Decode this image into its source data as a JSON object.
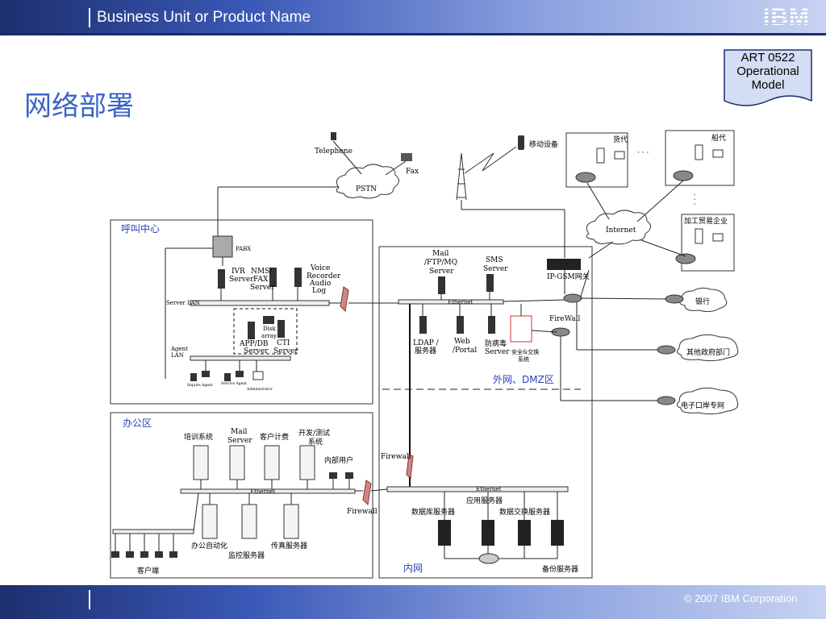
{
  "header": {
    "business_unit": "Business Unit or Product Name",
    "logo": "IBM"
  },
  "footer": {
    "copyright": "© 2007 IBM Corporation"
  },
  "page_title": "网络部署",
  "art_label": [
    "ART 0522",
    "Operational",
    "Model"
  ],
  "zones": {
    "call_center": "呼叫中心",
    "office": "办公区",
    "dmz": "外网、DMZ区",
    "intranet": "内网"
  },
  "nodes": {
    "telephone": "Telephone",
    "fax": "Fax",
    "pstn": "PSTN",
    "mobile": "移动设备",
    "internet": "Internet",
    "freight": "货代",
    "shipping": "船代",
    "processing": "加工贸易企业",
    "bank": "银行",
    "gov": "其他政府部门",
    "eport": "电子口岸专网",
    "pabx": "PABX",
    "ivr": [
      "IVR",
      "Server"
    ],
    "nms": [
      "NMS/",
      "FAX",
      "Server"
    ],
    "voice": [
      "Voice",
      "Recorder",
      "Audio",
      "Log"
    ],
    "server_lan": "Server LAN",
    "agent_lan": [
      "Agent",
      "LAN"
    ],
    "disk": [
      "Disk",
      "array"
    ],
    "appdb": [
      "APP/DB",
      "Server"
    ],
    "cti": [
      "CTI",
      "Server"
    ],
    "agents": [
      "Inquire Agent",
      "Service Agent",
      "Administrator"
    ],
    "mail_dmz": [
      "Mail",
      "/FTP/MQ",
      "Server"
    ],
    "sms": [
      "SMS",
      "Server"
    ],
    "ipgsm": "IP-GSM网关",
    "ethernet": "Ethernet",
    "firewall_dmz": "FireWall",
    "ldap": [
      "LDAP /",
      "服务器"
    ],
    "web": [
      "Web",
      "/Portal"
    ],
    "antivirus": [
      "防病毒",
      "Server"
    ],
    "secure_exchange": [
      "安全&交换",
      "系统"
    ],
    "training": "培训系统",
    "mail_office": [
      "Mail",
      "Server"
    ],
    "customer_billing": "客户计费",
    "devtest": [
      "开发/测试",
      "系统"
    ],
    "internal_user": "内部用户",
    "office_auto": "办公自动化",
    "monitor": "监控服务器",
    "fax_server": "传真服务器",
    "client": "客户端",
    "firewall_office": "Firewall",
    "firewall_inner": "Firewall",
    "app_server": "应用服务器",
    "db_server": "数据库服务器",
    "data_exchange": "数据交换服务器",
    "backup": "备份服务器",
    "ellipsis": "· · ·"
  }
}
